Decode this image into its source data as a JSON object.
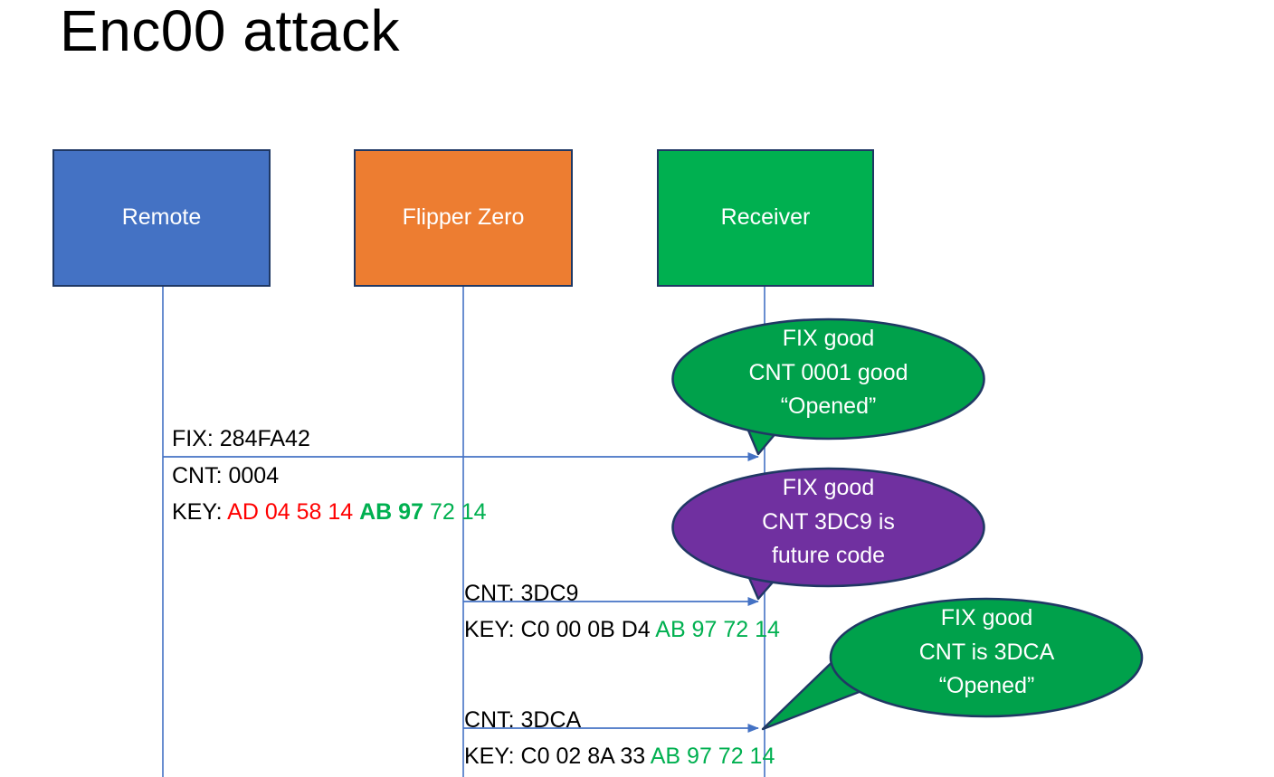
{
  "slide": {
    "title": "Enc00 attack"
  },
  "actors": [
    {
      "id": "remote",
      "label": "Remote",
      "color": "#4472C4"
    },
    {
      "id": "flipper",
      "label": "Flipper Zero",
      "color": "#ED7D31"
    },
    {
      "id": "receiver",
      "label": "Receiver",
      "color": "#00B050"
    }
  ],
  "messages": [
    {
      "id": "msg1",
      "from": "remote",
      "to": "receiver",
      "fix_line": "FIX: 284FA42",
      "cnt_line": "CNT: 0004",
      "key_label": "KEY: ",
      "key_part_red": "AD 04 58 14",
      "key_part_green_bold": "AB 97",
      "key_part_green": "72 14"
    },
    {
      "id": "msg2",
      "from": "flipper",
      "to": "receiver",
      "cnt_line": "CNT: 3DC9",
      "key_label": "KEY: ",
      "key_part_black": "C0 00 0B D4",
      "key_part_green": "AB 97 72 14"
    },
    {
      "id": "msg3",
      "from": "flipper",
      "to": "receiver",
      "cnt_line": "CNT: 3DCA",
      "key_label": "KEY: ",
      "key_part_black": "C0 02 8A 33",
      "key_part_green": "AB 97 72 14"
    }
  ],
  "bubbles": [
    {
      "id": "bubble1",
      "color": "#00A14B",
      "line1": "FIX good",
      "line2": "CNT 0001 good",
      "line3": "“Opened”"
    },
    {
      "id": "bubble2",
      "color": "#7030A0",
      "line1": "FIX good",
      "line2": "CNT 3DC9 is",
      "line3": "future code"
    },
    {
      "id": "bubble3",
      "color": "#00A14B",
      "line1": "FIX good",
      "line2": "CNT is 3DCA",
      "line3": "“Opened”"
    }
  ],
  "colors": {
    "lifeline": "#4472C4",
    "box_border": "#1F3864",
    "bubble_border": "#203864",
    "hex_old": "#FF0000",
    "hex_shared": "#00B050",
    "text": "#000000"
  }
}
